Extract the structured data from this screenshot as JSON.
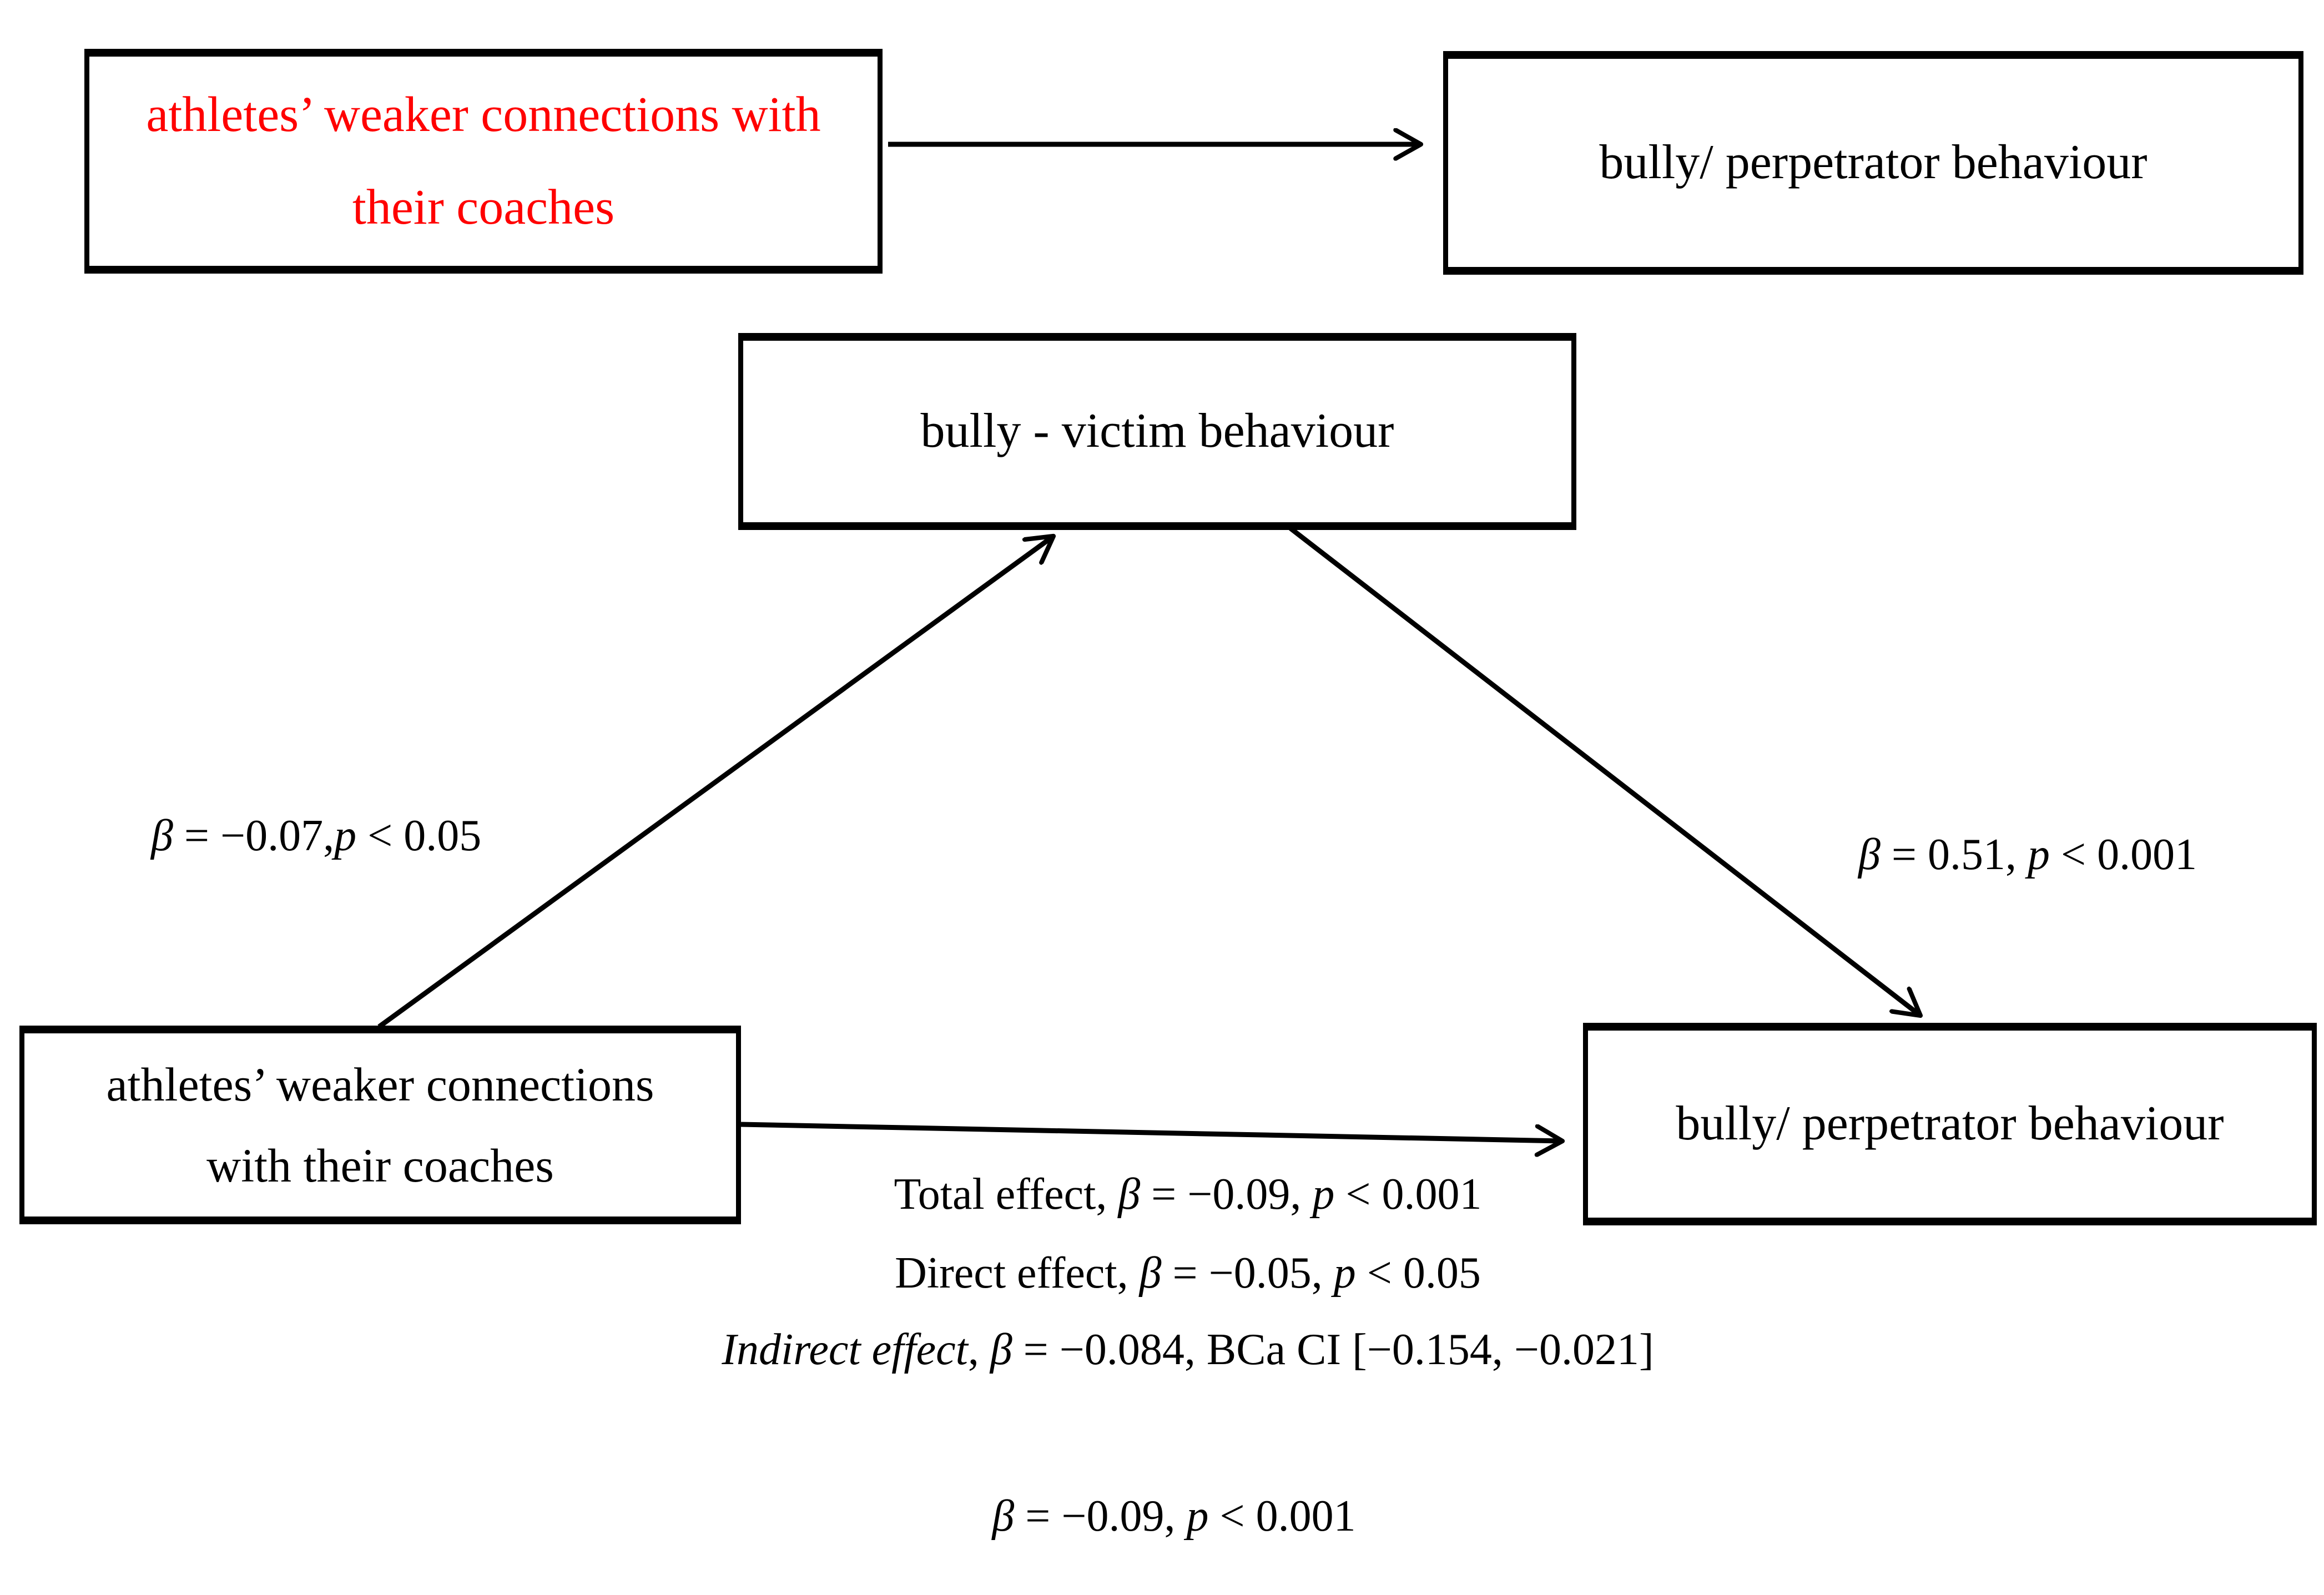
{
  "figure": {
    "background_color": "#ffffff",
    "line_color": "#000000",
    "accent_red": "#ff0000"
  },
  "top_model": {
    "predictor_box": {
      "lines": [
        "athletes’ weaker connections with",
        "their coaches"
      ],
      "text_color": "#ff0000"
    },
    "outcome_box": {
      "label": "bully/ perpetrator behaviour"
    }
  },
  "mediation_model": {
    "mediator_box": {
      "label": "bully - victim behaviour"
    },
    "predictor_box": {
      "lines": [
        "athletes’ weaker connections",
        "with their coaches"
      ]
    },
    "outcome_box": {
      "label": "bully/ perpetrator behaviour"
    },
    "path_a_label": [
      {
        "t": "β",
        "i": true
      },
      {
        "t": " = −0.07,",
        "i": false
      },
      {
        "t": "p",
        "i": true
      },
      {
        "t": " < 0.05",
        "i": false
      }
    ],
    "path_b_label": [
      {
        "t": "β",
        "i": true
      },
      {
        "t": " = 0.51, ",
        "i": false
      },
      {
        "t": "p",
        "i": true
      },
      {
        "t": " < 0.001",
        "i": false
      }
    ],
    "total_effect_label": [
      {
        "t": "Total effect, ",
        "i": false
      },
      {
        "t": "β",
        "i": true
      },
      {
        "t": " = −0.09, ",
        "i": false
      },
      {
        "t": "p",
        "i": true
      },
      {
        "t": " < 0.001",
        "i": false
      }
    ],
    "direct_effect_label": [
      {
        "t": "Direct effect, ",
        "i": false
      },
      {
        "t": "β",
        "i": true
      },
      {
        "t": " = −0.05, ",
        "i": false
      },
      {
        "t": "p",
        "i": true
      },
      {
        "t": " < 0.05",
        "i": false
      }
    ],
    "indirect_effect_label": [
      {
        "t": "Indirect effect",
        "i": true
      },
      {
        "t": ", ",
        "i": false
      },
      {
        "t": "β",
        "i": true
      },
      {
        "t": " = −0.084, BCa CI [−0.154, −0.021]",
        "i": false
      }
    ],
    "overall_label": [
      {
        "t": "β",
        "i": true
      },
      {
        "t": " = −0.09, ",
        "i": false
      },
      {
        "t": "p",
        "i": true
      },
      {
        "t": " < 0.001",
        "i": false
      }
    ]
  }
}
